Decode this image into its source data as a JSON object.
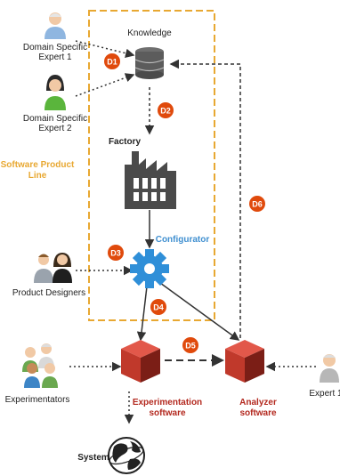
{
  "labels": {
    "knowledge": "Knowledge",
    "factory": "Factory",
    "configurator": "Configurator",
    "spl_line1": "Software Product",
    "spl_line2": "Line",
    "expert1_line1": "Domain Specific",
    "expert1_line2": "Expert 1",
    "expert2_line1": "Domain Specific",
    "expert2_line2": "Expert 2",
    "product_designers": "Product Designers",
    "experimentators": "Experimentators",
    "expert": "Expert 1",
    "exp_sw_line1": "Experimentation",
    "exp_sw_line2": "software",
    "ana_sw_line1": "Analyzer",
    "ana_sw_line2": "software",
    "system": "System"
  },
  "badges": {
    "d1": "D1",
    "d2": "D2",
    "d3": "D3",
    "d4": "D4",
    "d5": "D5",
    "d6": "D6"
  },
  "colors": {
    "orange_dash": "#e8a832",
    "badge": "#e04a0c",
    "cube": "#c0392b",
    "gear": "#2f8fd8",
    "factory": "#4a4a4a",
    "db": "#666666",
    "orange_text": "#e8a832",
    "red_text": "#b3281e",
    "blue_text": "#3f8fd0"
  }
}
